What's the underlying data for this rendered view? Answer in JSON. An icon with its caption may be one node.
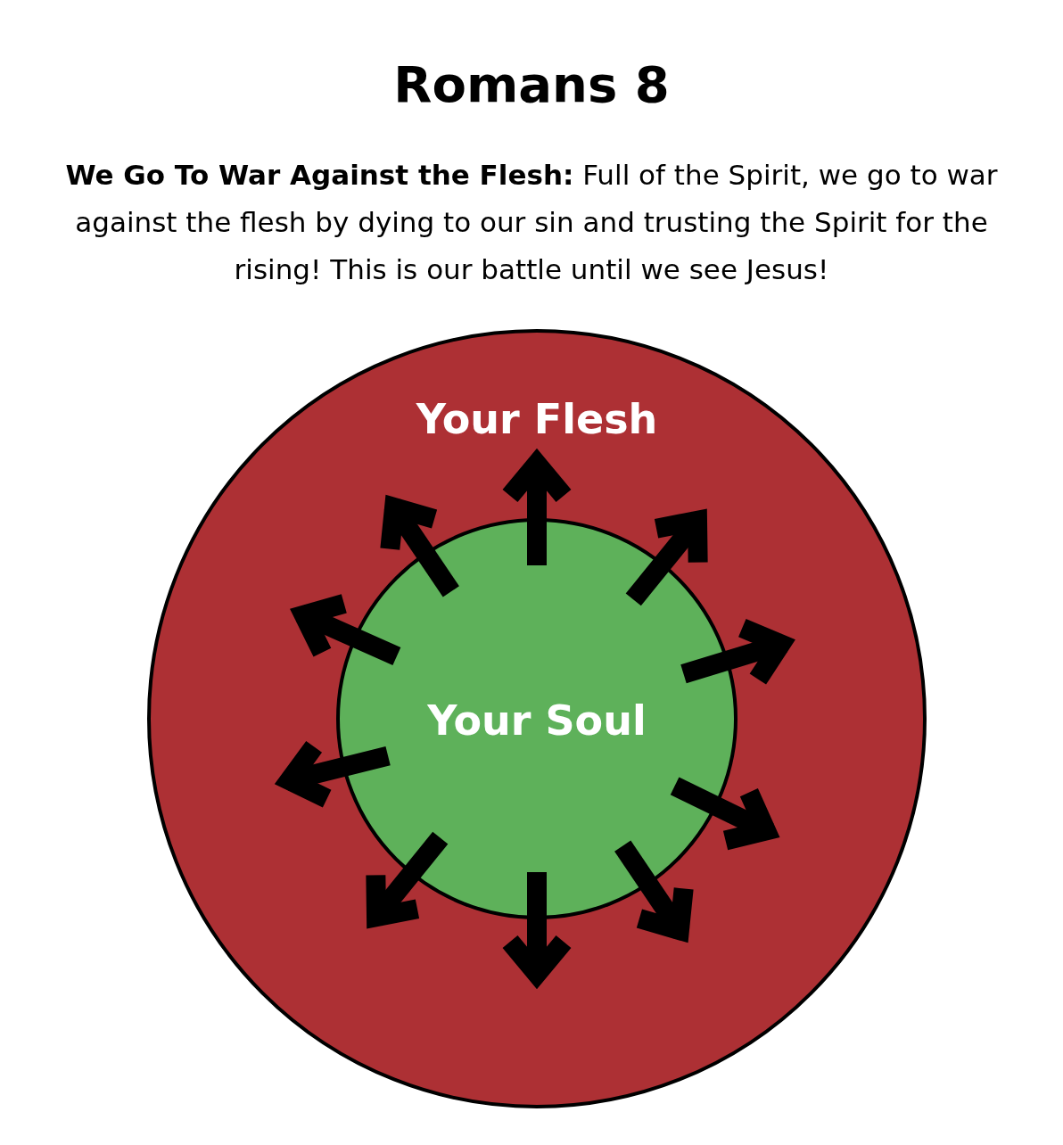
{
  "diagram": {
    "title": "Romans 8",
    "caption": "**We Go To War Against the Flesh:** Full of the Spirit, we go to war against the flesh by dying to our sin and trusting the Spirit for the rising! This is our battle until we see Jesus!",
    "nodes": [
      {
        "text": [
          "Your Flesh"
        ]
      },
      {
        "text": [
          "Your Soul"
        ],
        "in": 0
      }
    ]
  }
}
